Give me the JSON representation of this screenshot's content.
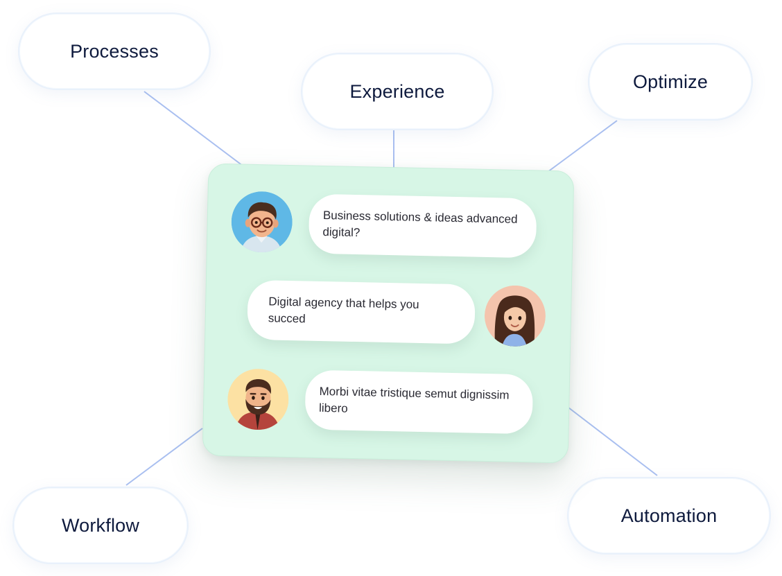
{
  "nodes": {
    "processes": "Processes",
    "experience": "Experience",
    "optimize": "Optimize",
    "workflow": "Workflow",
    "automation": "Automation"
  },
  "chat": {
    "messages": [
      {
        "text": "Business solutions & ideas advanced digital?",
        "avatar": "man-with-glasses-avatar"
      },
      {
        "text": "Digital agency that helps you succed",
        "avatar": "woman-avatar"
      },
      {
        "text": "Morbi vitae tristique semut dignissim libero",
        "avatar": "bearded-man-avatar"
      }
    ]
  },
  "colors": {
    "card_background": "#d7f6e6",
    "node_text": "#0e1a3d",
    "connector_line": "#a9bff0"
  }
}
